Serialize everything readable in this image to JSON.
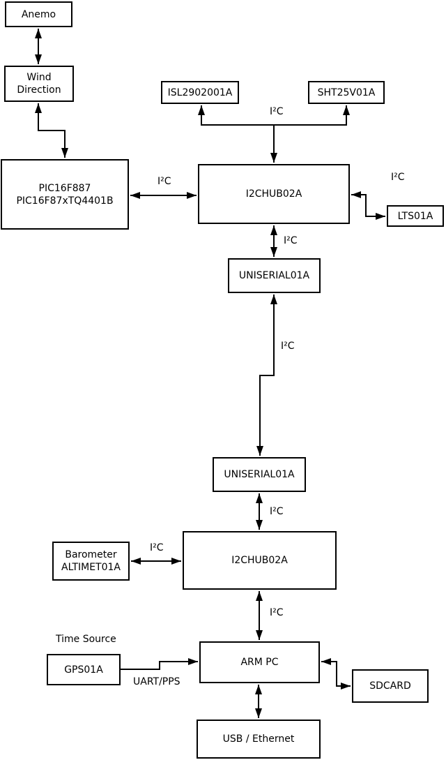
{
  "colors": {
    "line": "#000000",
    "box_fill": "#ffffff",
    "background": "#ffffff"
  },
  "boxes": {
    "anemo": "Anemo",
    "wind_direction": "Wind\nDirection",
    "pic": "PIC16F887\nPIC16F87xTQ4401B",
    "isl": "ISL2902001A",
    "sht": "SHT25V01A",
    "hub1": "I2CHUB02A",
    "lts": "LTS01A",
    "uniserial1": "UNISERIAL01A",
    "uniserial2": "UNISERIAL01A",
    "hub2": "I2CHUB02A",
    "barometer": "Barometer\nALTIMET01A",
    "gps": "GPS01A",
    "arm_pc": "ARM PC",
    "sdcard": "SDCARD",
    "usb_ethernet": "USB / Ethernet"
  },
  "labels": {
    "i2c_sensors": "I²C",
    "i2c_pic_hub1": "I²C",
    "i2c_hub1_lts": "I²C",
    "i2c_hub1_uniserial1": "I²C",
    "i2c_uniserial_link": "I²C",
    "i2c_uniserial2_hub2": "I²C",
    "i2c_barometer_hub2": "I²C",
    "i2c_hub2_armpc": "I²C",
    "time_source": "Time Source",
    "uart_pps": "UART/PPS"
  }
}
